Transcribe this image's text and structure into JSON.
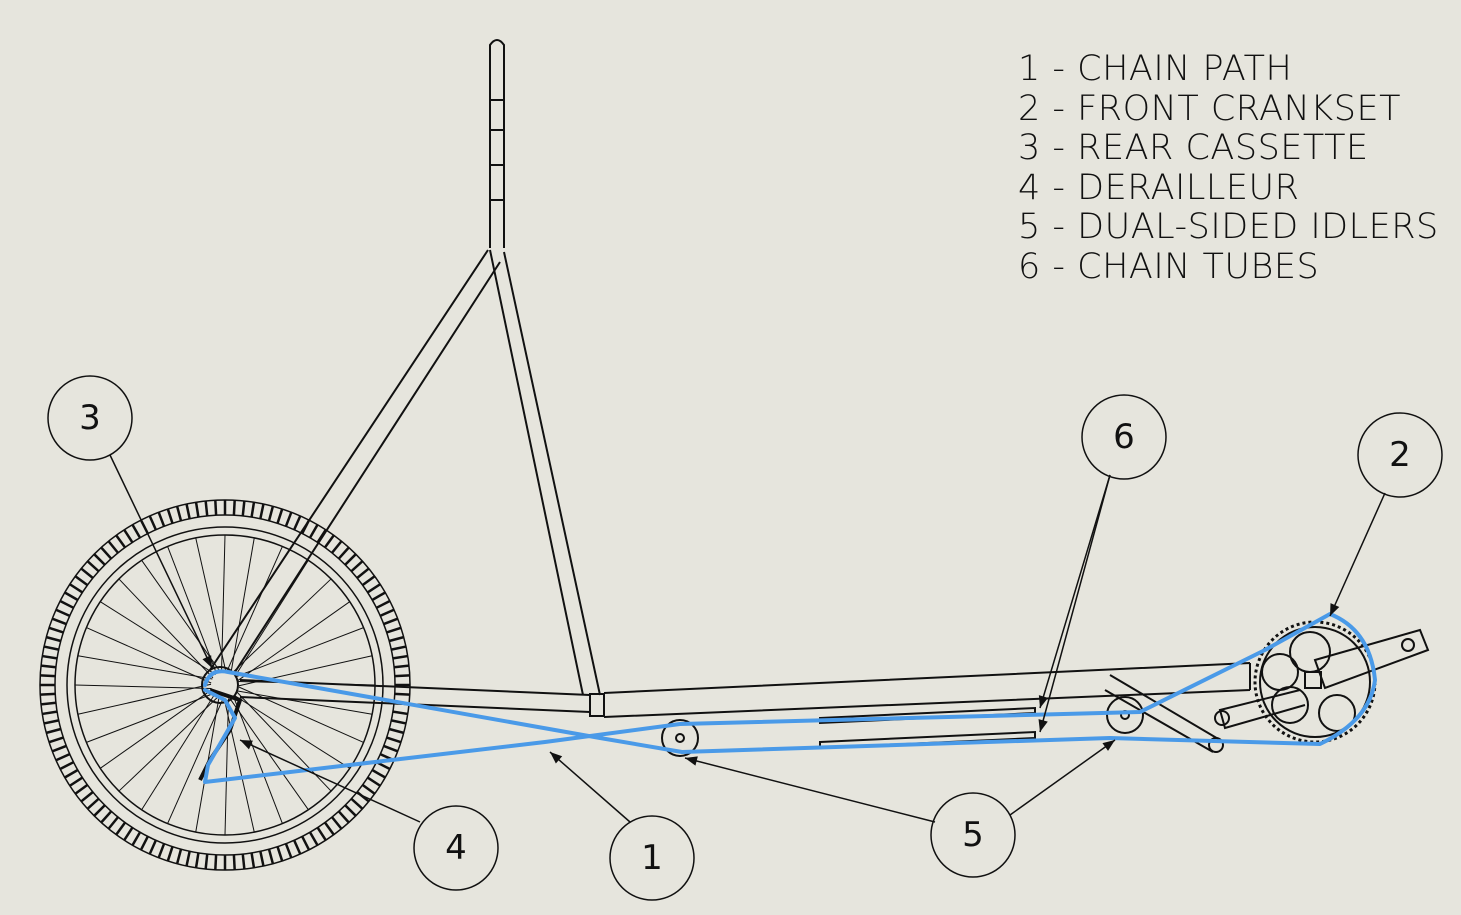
{
  "legend": [
    "1 - CHAIN PATH",
    "2 - FRONT CRANKSET",
    "3 - REAR CASSETTE",
    "4 - DERAILLEUR",
    "5 - DUAL-SIDED IDLERS",
    "6 - CHAIN TUBES"
  ],
  "callouts": {
    "c1": "1",
    "c2": "2",
    "c3": "3",
    "c4": "4",
    "c5": "5",
    "c6": "6"
  },
  "colors": {
    "background": "#e6e5dd",
    "chain": "#4a9ae8",
    "line": "#111111"
  }
}
